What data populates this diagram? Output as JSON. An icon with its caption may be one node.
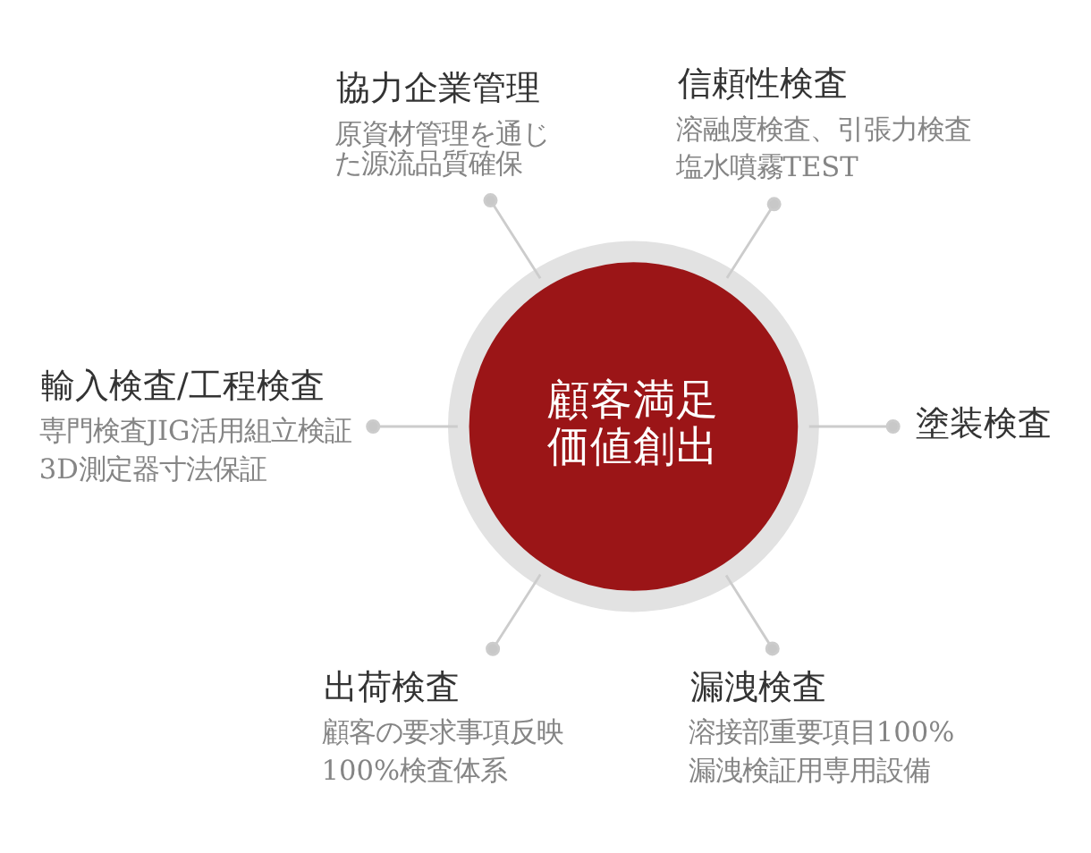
{
  "diagram": {
    "nodes": [
      {
        "text": [
          "協力企業管理",
          "原資材管理を通じた源流品質確保"
        ]
      },
      {
        "text": [
          "信頼性検査",
          "溶融度検査、引張力検査",
          "塩水噴霧TEST"
        ]
      },
      {
        "text": [
          "輸入検査/工程検査",
          "専門検査JIG活用組立検証",
          "3D測定器寸法保証"
        ]
      },
      {
        "text": [
          "顧客満足",
          "価値創出"
        ]
      },
      {
        "text": [
          "塗装検査"
        ]
      },
      {
        "text": [
          "出荷検査",
          "顧客の要求事項反映",
          "100%検査体系"
        ]
      },
      {
        "text": [
          "漏洩検査",
          "溶接部重要項目100%",
          "漏洩検証用専用設備"
        ]
      }
    ],
    "edges": [
      {
        "from": 3,
        "to": 0,
        "arrow": "other"
      },
      {
        "from": 3,
        "to": 1,
        "arrow": "other"
      },
      {
        "from": 3,
        "to": 2,
        "arrow": "other"
      },
      {
        "from": 3,
        "to": 4,
        "arrow": "other"
      },
      {
        "from": 3,
        "to": 5,
        "arrow": "other"
      },
      {
        "from": 3,
        "to": 6,
        "arrow": "other"
      }
    ]
  }
}
